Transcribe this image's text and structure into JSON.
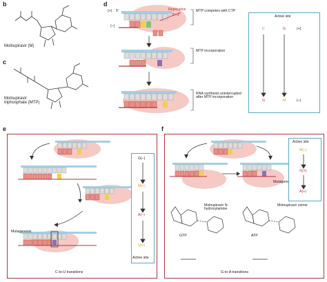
{
  "panels": {
    "b": {
      "letter": "b",
      "name": "Molnupiravir (M)"
    },
    "c": {
      "letter": "c",
      "name": "Molnupiravir triphosphate (MTP)"
    },
    "d": {
      "letter": "d",
      "replication": "Replication",
      "strand_53": "5'–3'",
      "five_prime": "5'",
      "pos": "(+)",
      "neg": "(–)",
      "steps": [
        "MTP competes with CTP",
        "MTP incorporation",
        "RNA synthesis uninterrupted after MTP incorporation"
      ],
      "active_site": {
        "title": "Active site",
        "top": [
          "C",
          "G",
          "(+)"
        ],
        "bottom": [
          "G",
          "M",
          "(–)"
        ]
      }
    },
    "e": {
      "letter": "e",
      "caption": "C-to-U transitions",
      "mutagenesis": "Mutagenesis",
      "active_site": {
        "title": "Active site",
        "chain": [
          "G(–)",
          "M(+)",
          "A(–)",
          "U(+)"
        ]
      }
    },
    "f": {
      "letter": "f",
      "caption": "G-to-A transitions",
      "mutagenesis": "Mutagenesis",
      "labels": [
        "Molnupiravir N-hydroxylamine",
        "Molnupiravir oxime",
        "GTP",
        "ATP"
      ],
      "active_site": {
        "title": "Active site",
        "chain": [
          "M(–)",
          "G(+)",
          "A(+)"
        ]
      }
    }
  },
  "colors": {
    "frame": "#b0333b",
    "site_box": "#5aa6c8",
    "pink": "#f6c9c4",
    "blue_strand": "#9fd0e6"
  }
}
